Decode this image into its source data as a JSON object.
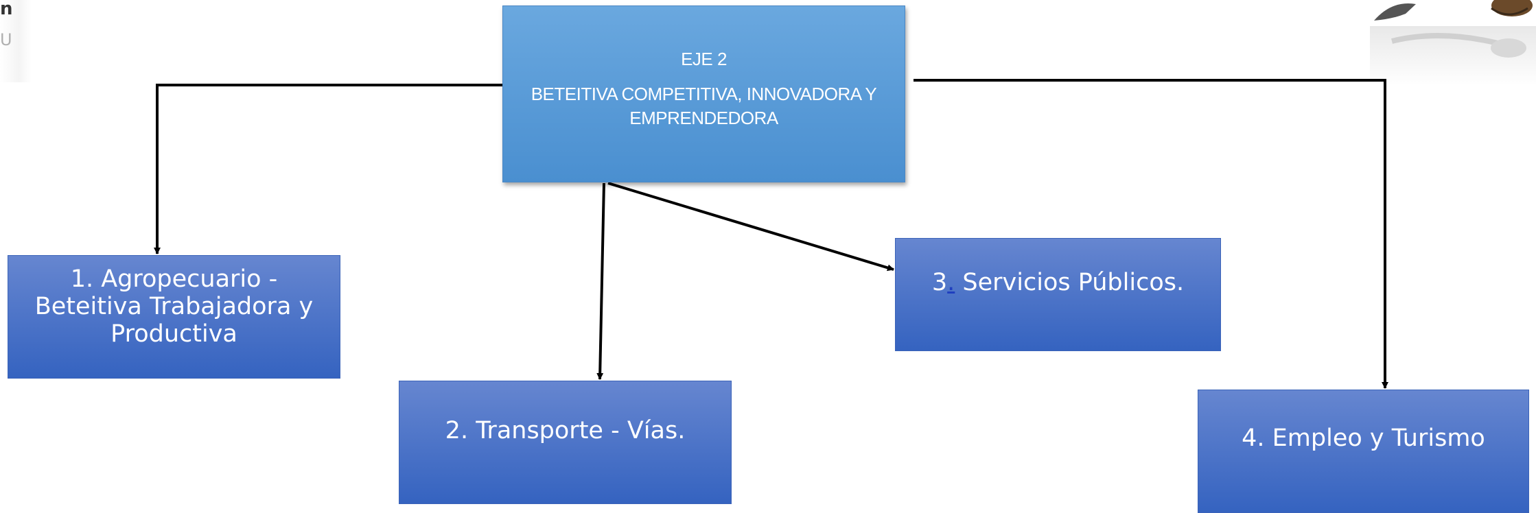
{
  "corner_logo_left": {
    "line1": "n",
    "line2": "U"
  },
  "main_box": {
    "eje": "EJE  2",
    "description": "BETEITIVA COMPETITIVA, INNOVADORA Y EMPRENDEDORA"
  },
  "boxes": [
    {
      "label": "1. Agropecuario   -  Beteitiva Trabajadora y Productiva"
    },
    {
      "label": "2. Transporte - Vías."
    },
    {
      "number": "3",
      "dot": ".",
      "label": " Servicios Públicos."
    },
    {
      "label": "4. Empleo y Turismo"
    }
  ],
  "colors": {
    "main_box": "#5b9bd5",
    "sub_boxes": "#4472c4",
    "connectors": "#000000",
    "text": "#ffffff",
    "link_dot": "#1f3fbf"
  }
}
